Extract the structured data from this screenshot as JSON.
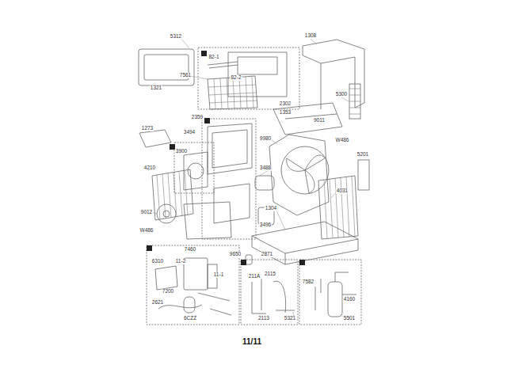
{
  "diagram": {
    "labels": [
      "5312",
      "1308",
      "82-1",
      "7561",
      "82-2",
      "2302",
      "1353",
      "1321",
      "5300",
      "2359",
      "9011",
      "1273",
      "3494",
      "W486",
      "9980",
      "3900",
      "5201",
      "4210",
      "3488",
      "4031",
      "9012",
      "1304",
      "3496",
      "W486",
      "9650",
      "2871",
      "7460",
      "6310",
      "11-2",
      "11-1",
      "7200",
      "2621",
      "6CZZ",
      "211A",
      "2115",
      "2113",
      "5321",
      "7582",
      "4160",
      "5501",
      "11/11"
    ]
  }
}
